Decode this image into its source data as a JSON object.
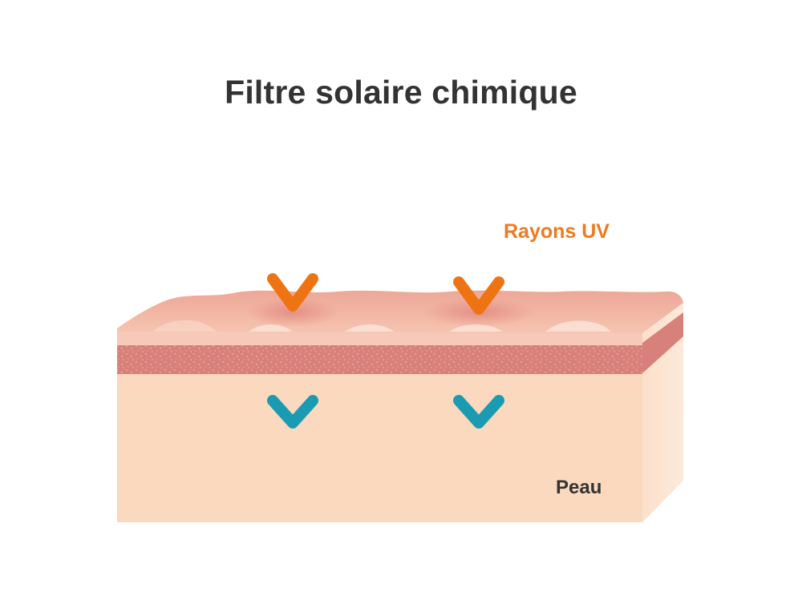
{
  "title": "Filtre solaire chimique",
  "labels": {
    "uv_rays": "Rayons UV",
    "skin": "Peau"
  },
  "colors": {
    "title_text": "#333333",
    "uv_arrow_top": "#f7b446",
    "uv_arrow_bottom": "#ee7413",
    "filtered_arrow_top": "#cfe7ef",
    "filtered_arrow_bottom": "#1a9bb2",
    "skin_top_surface": "#f1b29f",
    "skin_epidermis_band": "#f6c9b8",
    "skin_dermis_band": "#d8817a",
    "skin_base": "#fad9be",
    "skin_side": "#fde6d4"
  },
  "icons": [
    "uv-ray-arrow-icon",
    "filtered-ray-arrow-icon"
  ]
}
